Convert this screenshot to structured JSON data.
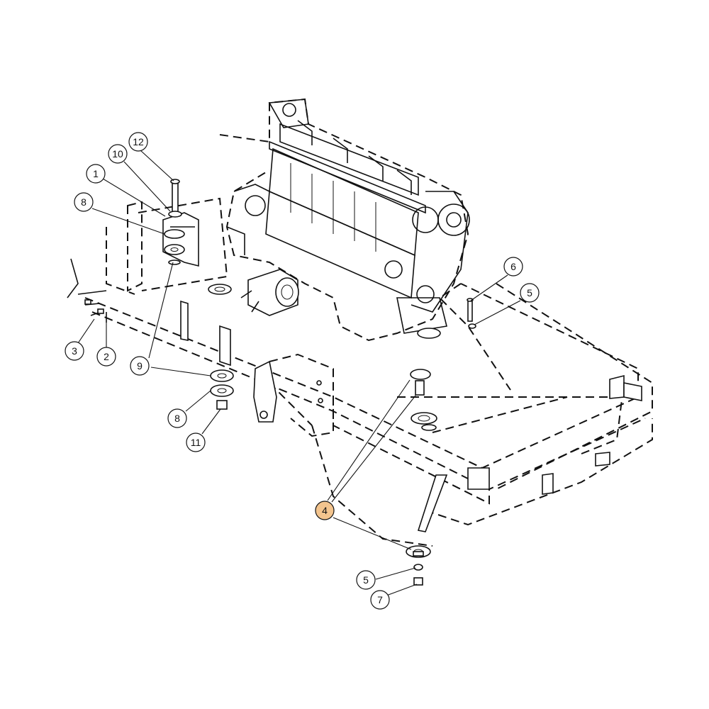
{
  "diagram": {
    "highlight_color": "#f3c48e",
    "callouts": [
      {
        "id": "c12",
        "label": "12",
        "highlighted": false
      },
      {
        "id": "c10",
        "label": "10",
        "highlighted": false
      },
      {
        "id": "c1",
        "label": "1",
        "highlighted": false
      },
      {
        "id": "c8a",
        "label": "8",
        "highlighted": false
      },
      {
        "id": "c3",
        "label": "3",
        "highlighted": false
      },
      {
        "id": "c2",
        "label": "2",
        "highlighted": false
      },
      {
        "id": "c9",
        "label": "9",
        "highlighted": false
      },
      {
        "id": "c8b",
        "label": "8",
        "highlighted": false
      },
      {
        "id": "c11",
        "label": "11",
        "highlighted": false
      },
      {
        "id": "c6",
        "label": "6",
        "highlighted": false
      },
      {
        "id": "c5a",
        "label": "5",
        "highlighted": false
      },
      {
        "id": "c4",
        "label": "4",
        "highlighted": true
      },
      {
        "id": "c5b",
        "label": "5",
        "highlighted": false
      },
      {
        "id": "c7",
        "label": "7",
        "highlighted": false
      }
    ]
  }
}
